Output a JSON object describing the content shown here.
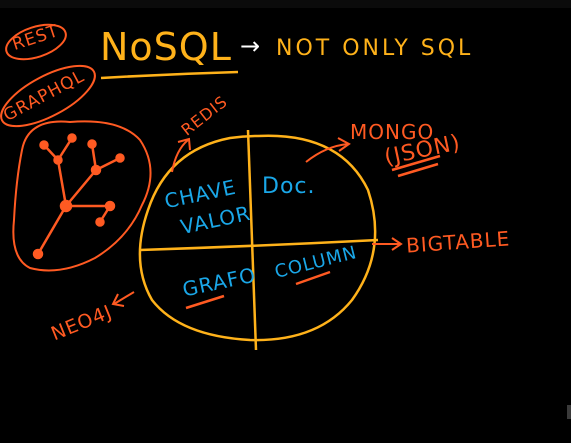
{
  "colors": {
    "background": "#000000",
    "orange": "#ff5a22",
    "yellow": "#ffb21a",
    "white": "#ffffff",
    "blue": "#1aa7e8"
  },
  "labels": {
    "rest": "REST",
    "graphql": "GRAPHQL",
    "title": "NoSQL",
    "arrow": "→",
    "subtitle": "NOT ONLY SQL",
    "redis": "REDIS",
    "mongo": "MONGO",
    "json": "(JSON)",
    "bigtable": "BIGTABLE",
    "neo4j": "NEO4J",
    "quadrant_key_value": [
      "CHAVE",
      "VALOR"
    ],
    "quadrant_doc": "Doc.",
    "quadrant_graph": "GRAFO",
    "quadrant_column": "COLUMN"
  }
}
